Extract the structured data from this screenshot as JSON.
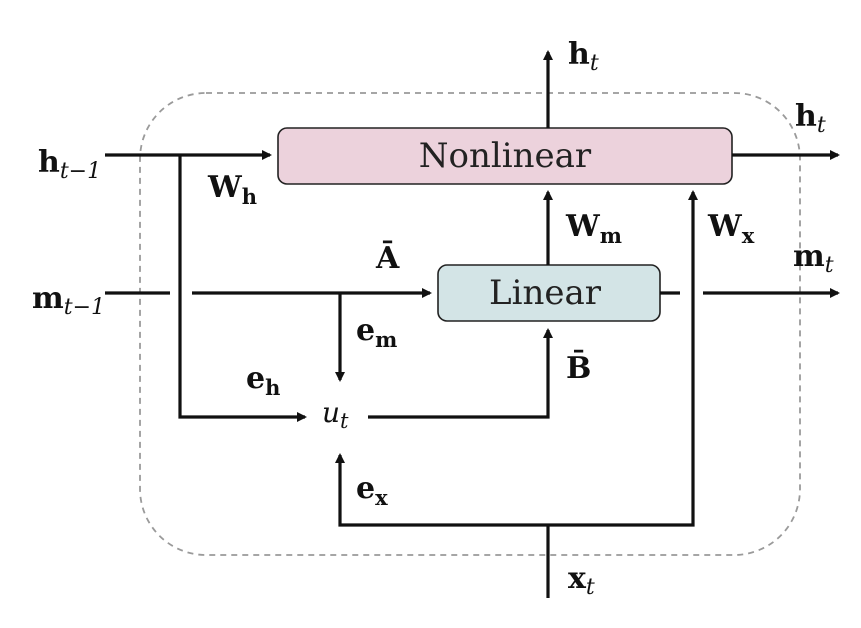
{
  "blocks": {
    "nonlinear": {
      "label": "Nonlinear",
      "fill": "#ecd2dc"
    },
    "linear": {
      "label": "Linear",
      "fill": "#d3e4e6"
    }
  },
  "boundary_color": "#9a9a9a",
  "inputs": {
    "h_prev": {
      "base": "h",
      "sub": "t−1"
    },
    "m_prev": {
      "base": "m",
      "sub": "t−1"
    },
    "x_t": {
      "base": "x",
      "sub": "t"
    }
  },
  "outputs": {
    "h_top": {
      "base": "h",
      "sub": "t"
    },
    "h_right": {
      "base": "h",
      "sub": "t"
    },
    "m_right": {
      "base": "m",
      "sub": "t"
    }
  },
  "weights": {
    "W_h": {
      "base": "W",
      "sub": "h"
    },
    "W_m": {
      "base": "W",
      "sub": "m"
    },
    "W_x": {
      "base": "W",
      "sub": "x"
    },
    "A_bar": "Ā",
    "B_bar": "B̄",
    "e_m": {
      "base": "e",
      "sub": "m"
    },
    "e_h": {
      "base": "e",
      "sub": "h"
    },
    "e_x": {
      "base": "e",
      "sub": "x"
    }
  },
  "u_t": {
    "base": "u",
    "sub": "t"
  }
}
